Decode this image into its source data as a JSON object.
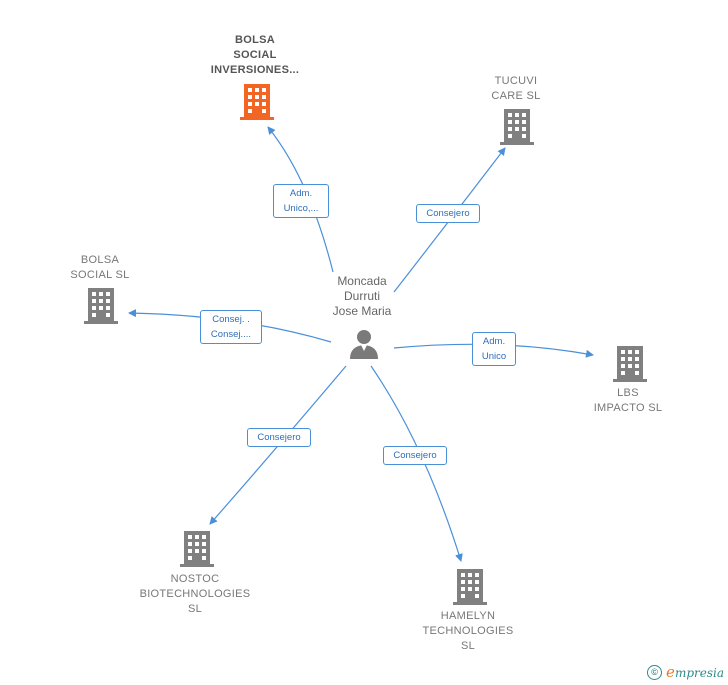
{
  "center": {
    "name": "Moncada\nDurruti\nJose Maria",
    "icon": "person-icon"
  },
  "companies": [
    {
      "id": "bolsa-social-inversiones",
      "name": "BOLSA\nSOCIAL\nINVERSIONES...",
      "icon": "building-icon",
      "highlight": true
    },
    {
      "id": "tucuvi-care",
      "name": "TUCUVI\nCARE  SL",
      "icon": "building-icon",
      "highlight": false
    },
    {
      "id": "bolsa-social",
      "name": "BOLSA\nSOCIAL  SL",
      "icon": "building-icon",
      "highlight": false
    },
    {
      "id": "lbs-impacto",
      "name": "LBS\nIMPACTO  SL",
      "icon": "building-icon",
      "highlight": false
    },
    {
      "id": "nostoc",
      "name": "NOSTOC\nBIOTECHNOLOGIES\nSL",
      "icon": "building-icon",
      "highlight": false
    },
    {
      "id": "hamelyn",
      "name": "HAMELYN\nTECHNOLOGIES\nSL",
      "icon": "building-icon",
      "highlight": false
    }
  ],
  "relations": [
    {
      "target": "bolsa-social-inversiones",
      "label": "Adm.\nUnico,..."
    },
    {
      "target": "tucuvi-care",
      "label": "Consejero"
    },
    {
      "target": "bolsa-social",
      "label": "Consej. .\nConsej...."
    },
    {
      "target": "lbs-impacto",
      "label": "Adm.\nUnico"
    },
    {
      "target": "nostoc",
      "label": "Consejero"
    },
    {
      "target": "hamelyn",
      "label": "Consejero"
    }
  ],
  "colors": {
    "edge": "#4a90d9",
    "building": "#808080",
    "building_highlight": "#f26522",
    "person": "#7a7a7a"
  },
  "footer": {
    "copyright_symbol": "©",
    "brand_initial": "e",
    "brand_rest": "mpresia"
  }
}
